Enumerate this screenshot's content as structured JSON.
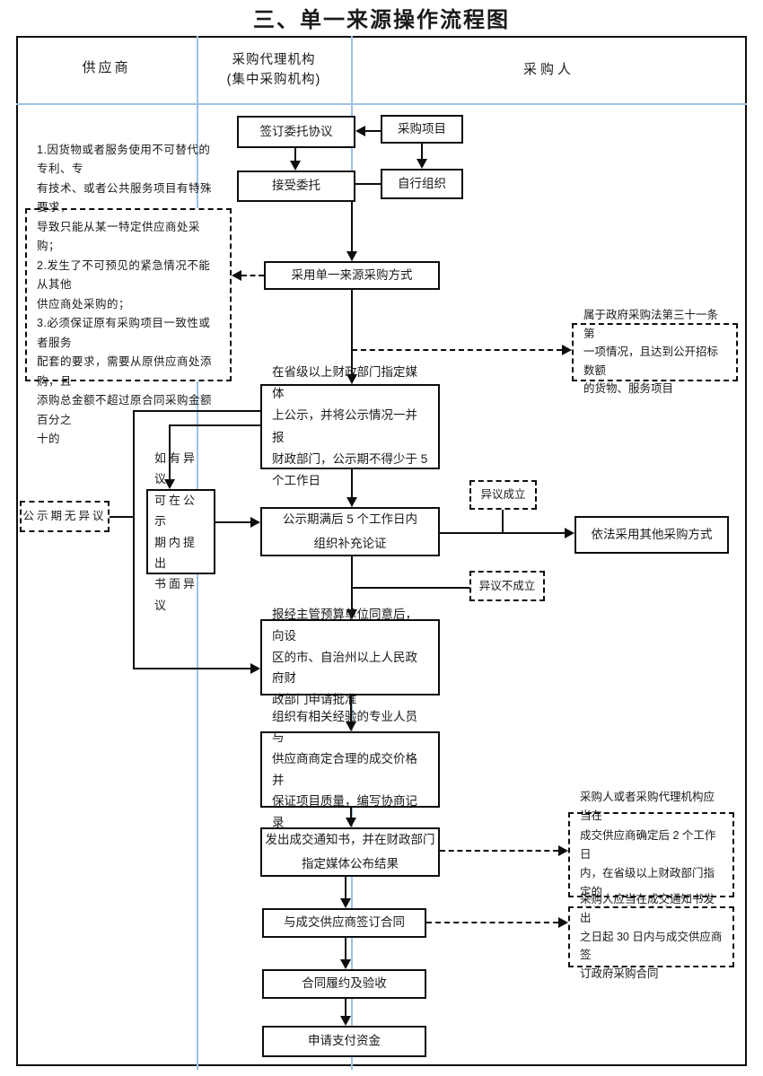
{
  "title": "三、单一来源操作流程图",
  "lanes": {
    "supplier": "供应商",
    "agency": "采购代理机构\n(集中采购机构)",
    "purchaser": "采购人"
  },
  "nodes": {
    "sign_agreement": "签订委托协议",
    "procurement_project": "采购项目",
    "accept_entrustment": "接受委托",
    "self_organize": "自行组织",
    "single_source_conditions": "1.因货物或者服务使用不可替代的专利、专\n有技术、或者公共服务项目有特殊要求，\n导致只能从某一特定供应商处采购；\n2.发生了不可预见的紧急情况不能从其他\n供应商处采购的；\n3.必须保证原有采购项目一致性或者服务\n配套的要求，需要从原供应商处添购，且\n添购总金额不超过原合同采购金额百分之\n十的",
    "adopt_single_source": "采用单一来源采购方式",
    "law_article31": "属于政府采购法第三十一条第\n一项情况，且达到公开招标数额\n的货物、服务项目",
    "publicity": "在省级以上财政部门指定媒体\n上公示，并将公示情况一并报\n财政部门，公示期不得少于 5\n个工作日",
    "no_objection": "公示期无异议",
    "objection_note": "如有异议，\n可在公示\n期内提出\n书面异议",
    "supplement_demonstration": "公示期满后 5 个工作日内\n组织补充论证",
    "objection_valid": "异议成立",
    "objection_invalid": "异议不成立",
    "other_method": "依法采用其他采购方式",
    "apply_approval": "报经主管预算单位同意后，向设\n区的市、自治州以上人民政府财\n政部门申请批准",
    "negotiate": "组织有相关经验的专业人员与\n供应商商定合理的成交价格并\n保证项目质量，编写协商记录",
    "send_notice": "发出成交通知书，并在财政部门\n指定媒体公布结果",
    "announce_result": "采购人或者采购代理机构应当在\n成交供应商确定后 2 个工作日\n内，在省级以上财政部门指定的\n媒体上公告成交结果",
    "sign_contract": "与成交供应商签订合同",
    "contract_deadline": "采购人应当在成交通知书发出\n之日起 30 日内与成交供应商签\n订政府采购合同",
    "contract_fulfilment": "合同履约及验收",
    "apply_payment": "申请支付资金"
  },
  "colors": {
    "line": "#0d0d0d",
    "lane_divider": "#9dc3e6"
  }
}
